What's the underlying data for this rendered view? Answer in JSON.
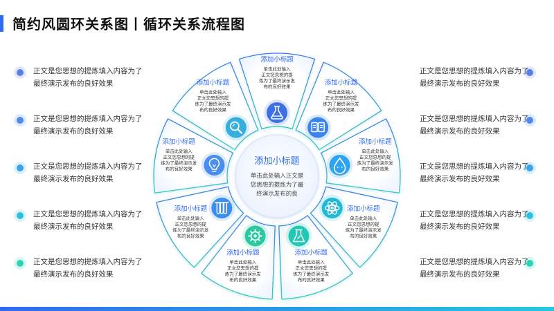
{
  "header": {
    "title": "简约风圆环关系图丨循环关系流程图"
  },
  "left_items": [
    {
      "text": "正文是您思想的提炼填入内容为了最终演示发布的良好效果",
      "color": "#5b7ee8"
    },
    {
      "text": "正文是您思想的提炼填入内容为了最终演示发布的良好效果",
      "color": "#4d8cf0"
    },
    {
      "text": "正文是您思想的提炼填入内容为了最终演示发布的良好效果",
      "color": "#3aa6ec"
    },
    {
      "text": "正文是您思想的提炼填入内容为了最终演示发布的良好效果",
      "color": "#2fbfe0"
    },
    {
      "text": "正文是您思想的提炼填入内容为了最终演示发布的良好效果",
      "color": "#2fd3b6"
    }
  ],
  "right_items": [
    {
      "text": "正文是您思想的提炼填入内容为了最终演示发布的良好效果",
      "color": "#5b7ee8"
    },
    {
      "text": "正文是您思想的提炼填入内容为了最终演示发布的良好效果",
      "color": "#4d8cf0"
    },
    {
      "text": "正文是您思想的提炼填入内容为了最终演示发布的良好效果",
      "color": "#3aa6ec"
    },
    {
      "text": "正文是您思想的提炼填入内容为了最终演示发布的良好效果",
      "color": "#2fbfe0"
    },
    {
      "text": "正文是您思想的提炼填入内容为了最终演示发布的良好效果",
      "color": "#2fd3b6"
    }
  ],
  "center": {
    "title": "添加小标题",
    "body_lines": [
      "单击此处输入正文是",
      "您思想的提炼为了最",
      "终演示发布的良"
    ]
  },
  "segments": [
    {
      "title": "添加小标题",
      "body_lines": [
        "单击此处输入",
        "正文您思想的提",
        "炼为了最终演示发",
        "布的良好效果"
      ],
      "icon": "flask-icon",
      "color": "#3d6fe6"
    },
    {
      "title": "添加小标题",
      "body_lines": [
        "单击此处输入",
        "正文您思想的提",
        "炼为了最终演示发",
        "布的良好效果"
      ],
      "icon": "book-icon",
      "color": "#3c84ee"
    },
    {
      "title": "添加小标题",
      "body_lines": [
        "单击此处输入",
        "正文您思想的提",
        "炼为了最终演示发",
        "布的良好效果"
      ],
      "icon": "drop-icon",
      "color": "#2ea3f0"
    },
    {
      "title": "添加小标题",
      "body_lines": [
        "单击此处输入",
        "正文您思想的提",
        "炼为了最终演示发",
        "布的良好效果"
      ],
      "icon": "atom-icon",
      "color": "#1fbad8"
    },
    {
      "title": "添加小标题",
      "body_lines": [
        "单击此处输入",
        "正文您思想的提",
        "炼为了最终演示发",
        "布的良好效果"
      ],
      "icon": "beaker-icon",
      "color": "#22c8b4"
    },
    {
      "title": "添加小标题",
      "body_lines": [
        "单击此处输入",
        "正文您思想的提",
        "炼为了最终演示发",
        "布的良好效果"
      ],
      "icon": "gear-icon",
      "color": "#2cc89f"
    },
    {
      "title": "添加小标题",
      "body_lines": [
        "单击此处输入",
        "正文您思想的提",
        "炼为了最终演示发",
        "布的良好效果"
      ],
      "icon": "test-tubes-icon",
      "color": "#3a8ef0"
    },
    {
      "title": "添加小标题",
      "body_lines": [
        "单击此处输入",
        "正文您思想的提",
        "炼为了最终演示发",
        "布的良好效果"
      ],
      "icon": "bulb-icon",
      "color": "#4a8df0"
    },
    {
      "title": "添加小标题",
      "body_lines": [
        "单击此处输入",
        "正文您思想的提",
        "炼为了最终演示发",
        "布的良好效果"
      ],
      "icon": "magnifier-icon",
      "color": "#36aee0"
    }
  ]
}
